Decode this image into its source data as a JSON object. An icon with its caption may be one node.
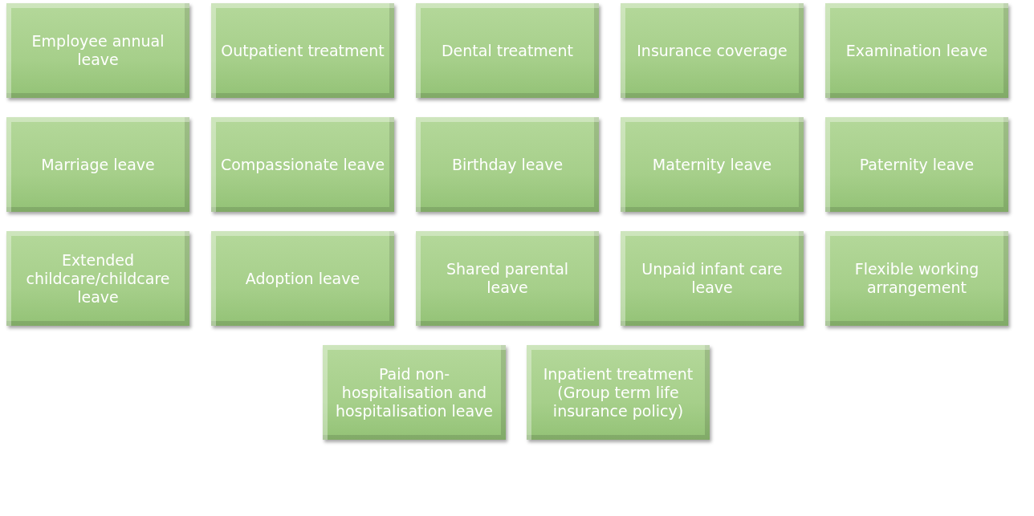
{
  "diagram": {
    "nodes": [
      {
        "text": [
          "Employee annual leave"
        ]
      },
      {
        "text": [
          "Outpatient treatment"
        ]
      },
      {
        "text": [
          "Dental treatment"
        ]
      },
      {
        "text": [
          "Insurance coverage"
        ]
      },
      {
        "text": [
          "Examination leave"
        ]
      },
      {
        "text": [
          "Marriage leave"
        ]
      },
      {
        "text": [
          "Compassionate leave"
        ]
      },
      {
        "text": [
          "Birthday leave"
        ]
      },
      {
        "text": [
          "Maternity leave"
        ]
      },
      {
        "text": [
          "Paternity leave"
        ]
      },
      {
        "text": [
          "Extended childcare/childcare leave"
        ]
      },
      {
        "text": [
          "Adoption leave"
        ]
      },
      {
        "text": [
          "Shared parental leave"
        ]
      },
      {
        "text": [
          "Unpaid infant care leave"
        ]
      },
      {
        "text": [
          "Flexible working arrangement"
        ]
      },
      {
        "text": [
          "Paid non-hospitalisation and hospitalisation leave"
        ]
      },
      {
        "text": [
          "Inpatient treatment (Group term life insurance policy)"
        ]
      }
    ]
  }
}
